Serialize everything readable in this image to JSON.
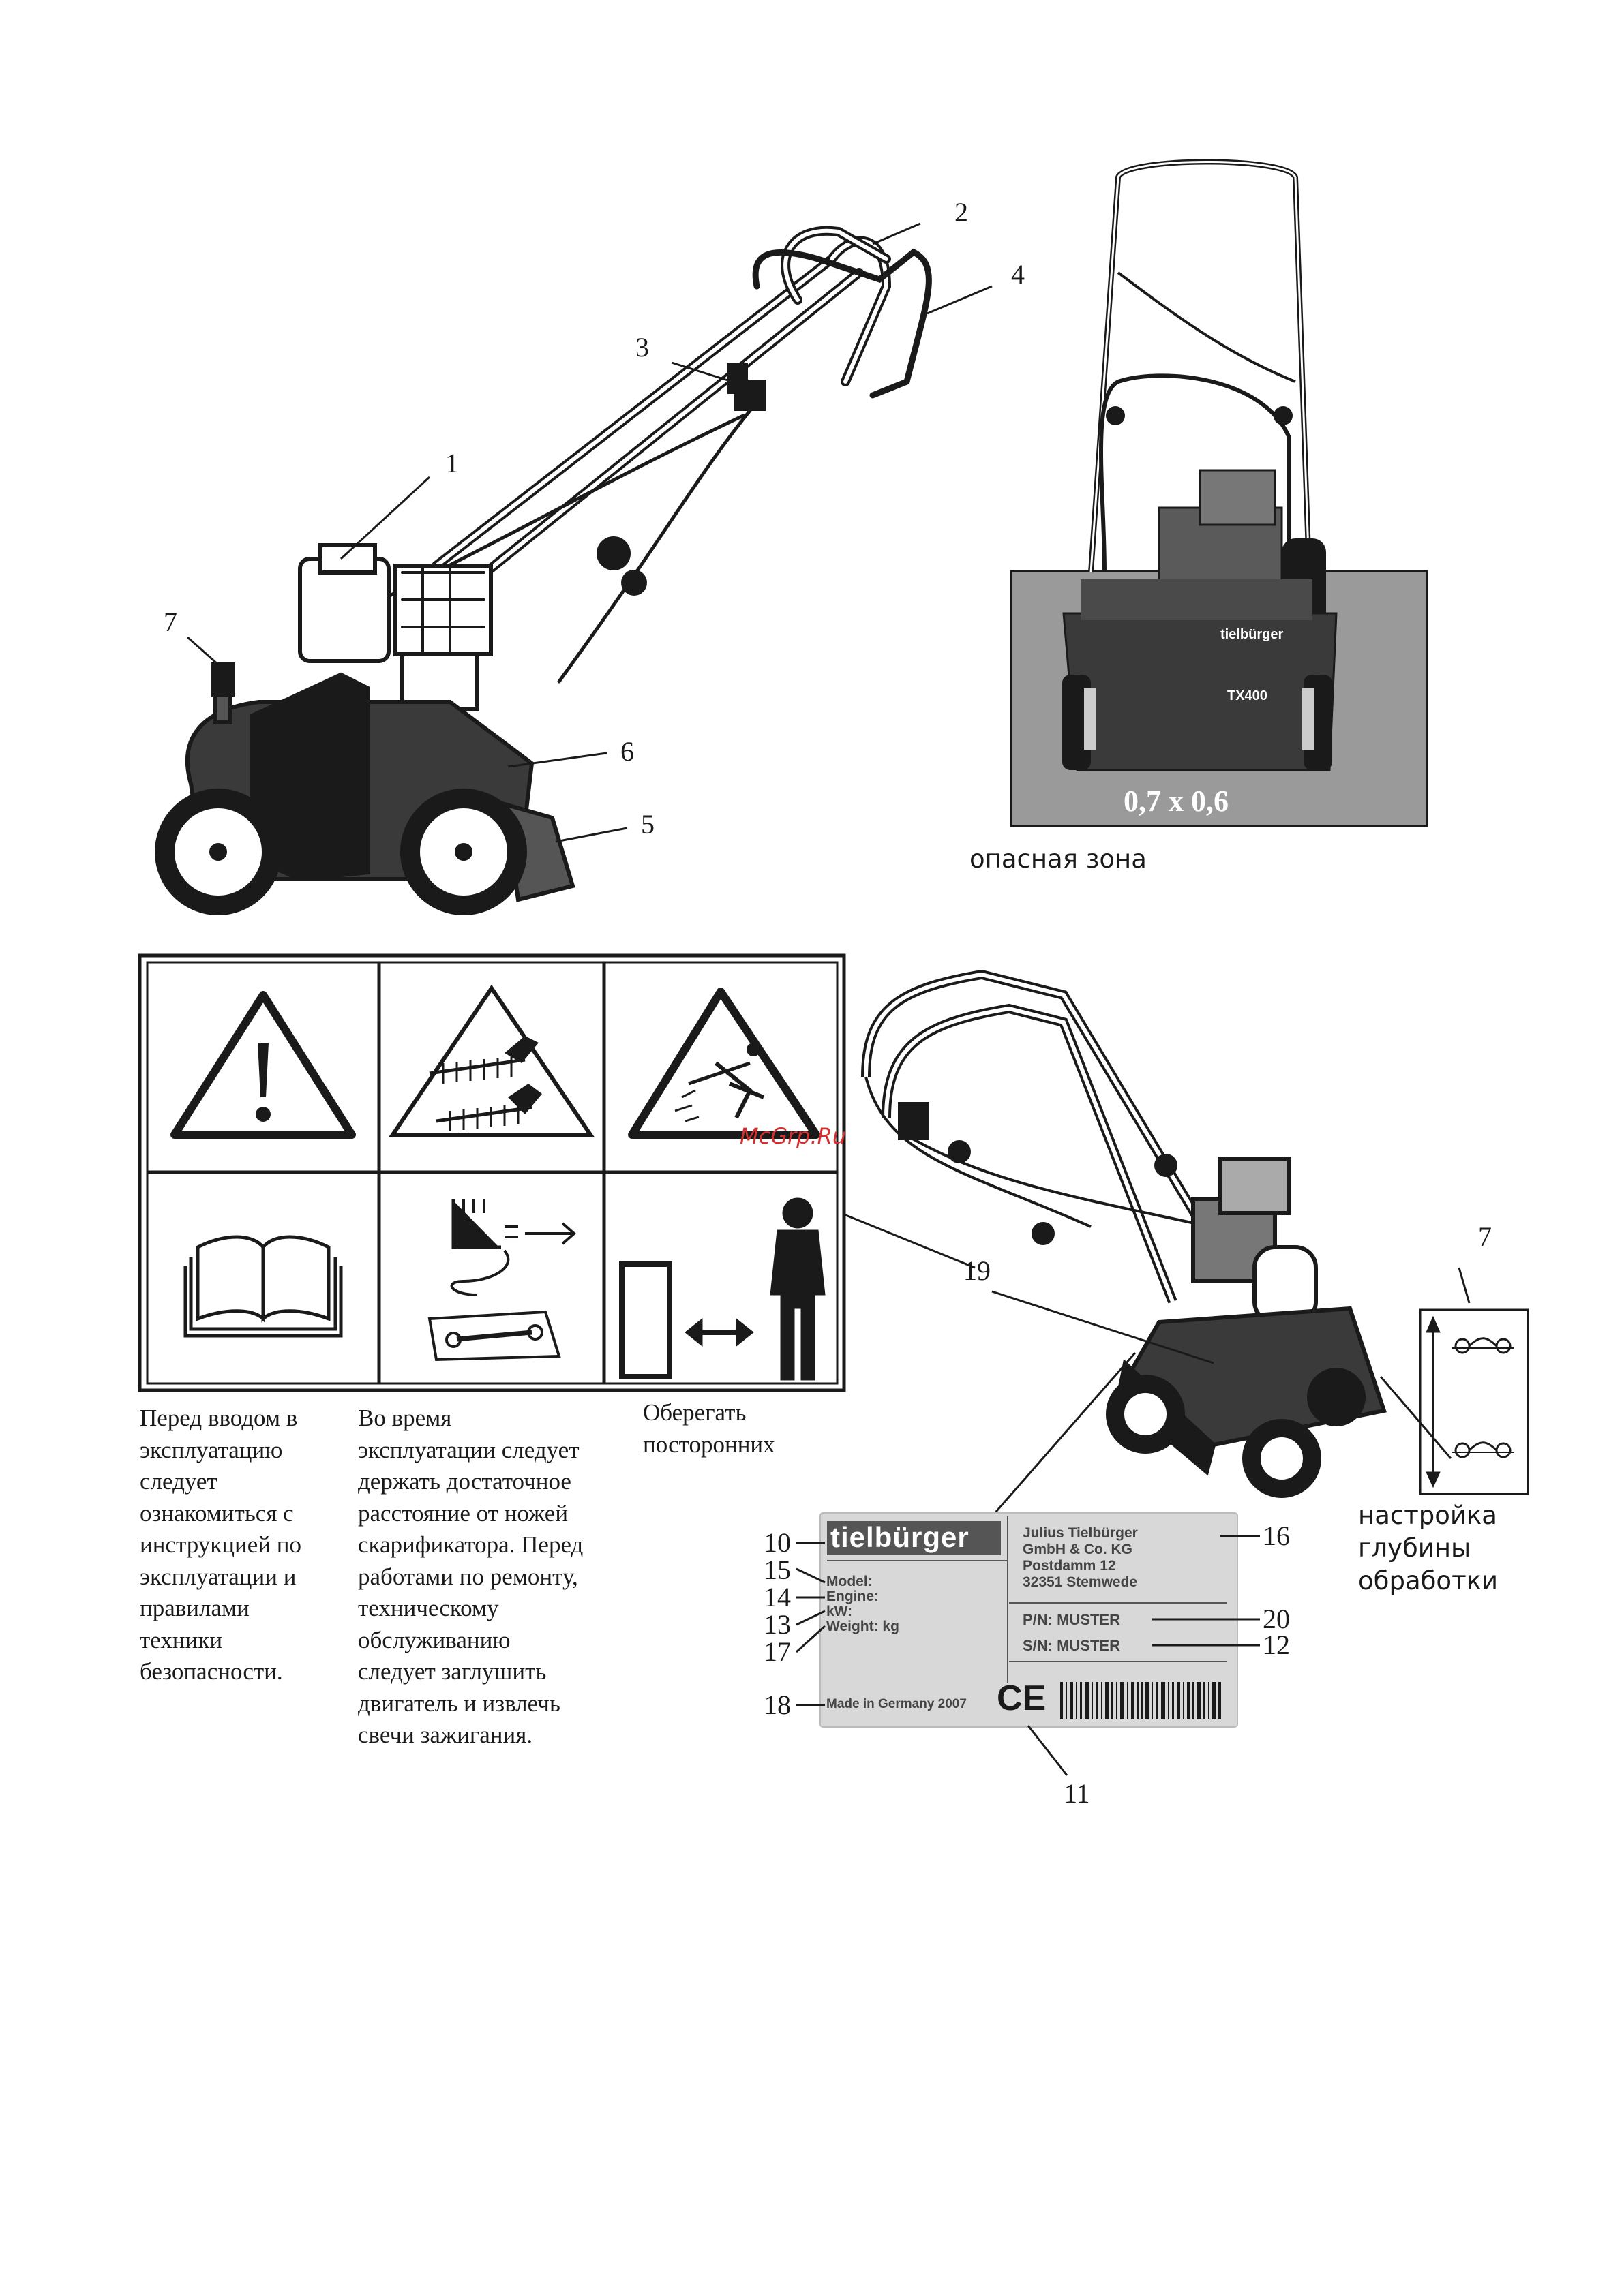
{
  "callouts_top": {
    "n1": "1",
    "n2": "2",
    "n3": "3",
    "n4": "4",
    "n5": "5",
    "n6": "6",
    "n7": "7"
  },
  "danger_zone": {
    "dimensions": "0,7 x 0,6",
    "caption": "опасная зона"
  },
  "machine_front": {
    "brand": "tielbürger",
    "model": "TX400"
  },
  "watermark": "McGrp.Ru",
  "warning_texts": {
    "col1": [
      "Перед вводом в",
      "эксплуатацию",
      "следует",
      "ознакомиться с",
      "инструкцией по",
      "эксплуатации и",
      "правилами",
      "техники",
      "безопасности."
    ],
    "col2": [
      "Во время",
      "эксплуатации следует",
      "держать достаточное",
      "расстояние от ножей",
      "скарификатора. Перед",
      "работами по ремонту,",
      "техническому",
      "обслуживанию",
      "следует заглушить",
      "двигатель и извлечь",
      "свечи зажигания."
    ],
    "col3": [
      "Оберегать",
      "посторонних"
    ]
  },
  "depth": {
    "callout": "7",
    "caption": [
      "настройка",
      "глубины",
      "обработки"
    ]
  },
  "callout_19": "19",
  "plate": {
    "brand": "tielbürger",
    "address": [
      "Julius Tielbürger",
      "GmbH & Co. KG",
      "Postdamm 12",
      "32351 Stemwede"
    ],
    "fields": [
      "Model:",
      "Engine:",
      "kW:",
      "Weight:   kg"
    ],
    "pn": "P/N:  MUSTER",
    "sn": "S/N:  MUSTER",
    "made": "Made in Germany 2007",
    "ce": "CE",
    "nums": {
      "n10": "10",
      "n15": "15",
      "n14": "14",
      "n13": "13",
      "n17": "17",
      "n18": "18",
      "n16": "16",
      "n20": "20",
      "n12": "12",
      "n11": "11"
    }
  },
  "colors": {
    "ink": "#1a1a1a",
    "zone_gray": "#9a9a9a",
    "plate_gray": "#d8d8d8",
    "watermark_red": "#d03030"
  }
}
